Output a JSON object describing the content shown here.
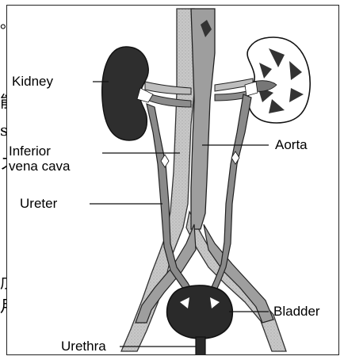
{
  "diagram": {
    "labels": {
      "kidney": "Kidney",
      "aorta": "Aorta",
      "inferior_vena_cava_line1": "Inferior",
      "inferior_vena_cava_line2": "vena cava",
      "ureter": "Ureter",
      "bladder": "Bladder",
      "urethra": "Urethra"
    },
    "left_edge_glyphs": [
      "。",
      "能",
      "s",
      "ス",
      "戊",
      "月"
    ]
  }
}
